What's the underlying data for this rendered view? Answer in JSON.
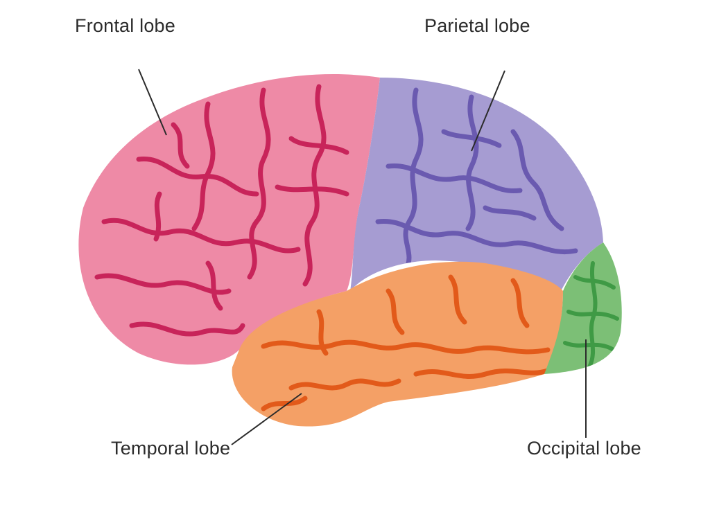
{
  "diagram": {
    "labels": {
      "frontal": "Frontal lobe",
      "parietal": "Parietal lobe",
      "temporal": "Temporal lobe",
      "occipital": "Occipital lobe"
    },
    "colors": {
      "frontal": "#ee8aa6",
      "frontal_sulci": "#c8245a",
      "parietal": "#a69cd2",
      "parietal_sulci": "#6a5ab0",
      "temporal": "#f4a066",
      "temporal_sulci": "#e25a1a",
      "occipital": "#7cbf76",
      "occipital_sulci": "#3f9a45",
      "leader_line": "#2b2b2b"
    }
  }
}
